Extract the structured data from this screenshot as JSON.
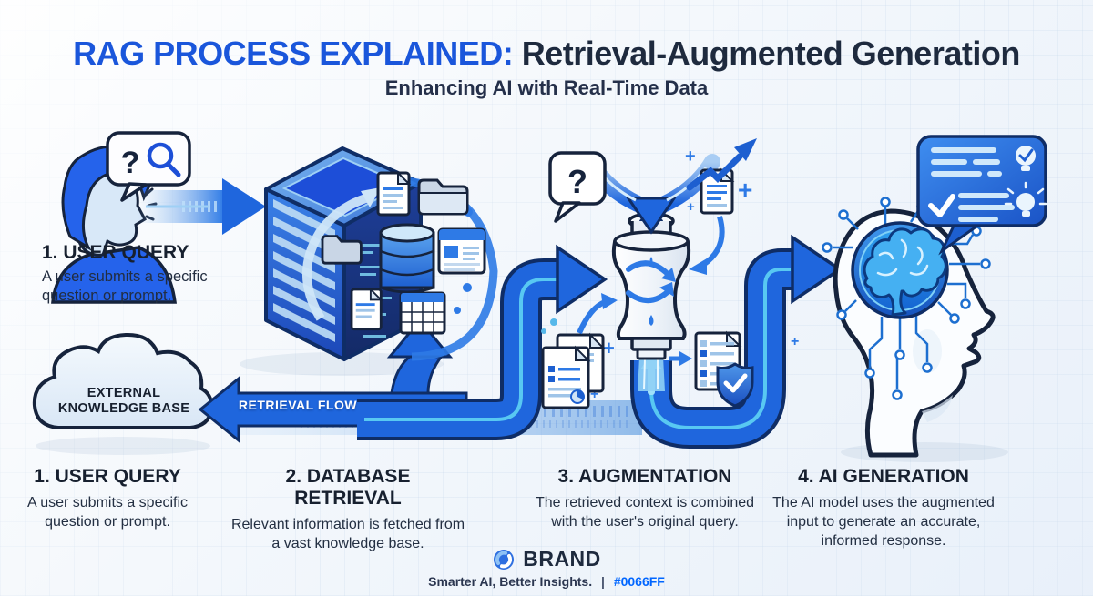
{
  "title": {
    "highlight": "RAG PROCESS EXPLAINED:",
    "rest": " Retrieval-Augmented Generation",
    "subtitle": "Enhancing AI with Real-Time Data"
  },
  "colors": {
    "accent_blue": "#1A56DB",
    "navy_text": "#1E2A3E",
    "arrow_blue": "#1F66DD",
    "outline_navy": "#0F2D66",
    "light_blue": "#BFE0F7",
    "cyan_stripe": "#58C8F2"
  },
  "diagram": {
    "step1_top": {
      "heading": "1. USER QUERY",
      "description": "A user submits a specific question or prompt."
    },
    "cloud": {
      "line1": "EXTERNAL",
      "line2": "KNOWLEDGE BASE"
    },
    "retrieval_flow_label": "RETRIEVAL FLOW",
    "icons": {
      "question_mark": "?",
      "plus": "+"
    }
  },
  "steps": [
    {
      "heading": "1. USER QUERY",
      "description": "A user submits a specific question or prompt."
    },
    {
      "heading": "2. DATABASE RETRIEVAL",
      "description": "Relevant information is fetched from a vast knowledge base."
    },
    {
      "heading": "3. AUGMENTATION",
      "description": "The retrieved context is combined with the user's original query."
    },
    {
      "heading": "4. AI GENERATION",
      "description": "The AI model uses the augmented input to generate an accurate, informed response."
    }
  ],
  "footer": {
    "brand": "BRAND",
    "tagline": "Smarter AI, Better Insights.",
    "separator": "|",
    "hex_code": "#0066FF"
  }
}
